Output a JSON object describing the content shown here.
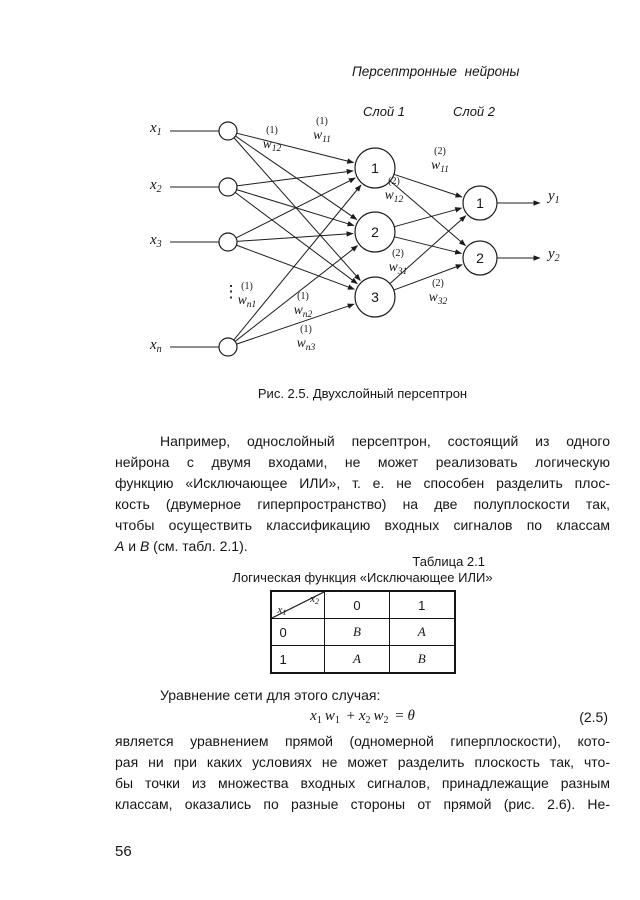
{
  "page": {
    "header": "Персептронные нейроны",
    "page_number": "56"
  },
  "diagram": {
    "layer1_label": "Слой 1",
    "layer2_label": "Слой 2",
    "inputs": [
      {
        "base": "x",
        "sub": "1"
      },
      {
        "base": "x",
        "sub": "2"
      },
      {
        "base": "x",
        "sub": "3"
      },
      {
        "base": "x",
        "sub": "n"
      }
    ],
    "dots": "⋮",
    "neurons_layer1": [
      "1",
      "2",
      "3"
    ],
    "neurons_layer2": [
      "1",
      "2"
    ],
    "outputs": [
      {
        "base": "y",
        "sub": "1"
      },
      {
        "base": "y",
        "sub": "2"
      }
    ],
    "weights": [
      {
        "sup": "(1)",
        "base": "w",
        "sub": "12"
      },
      {
        "sup": "(1)",
        "base": "w",
        "sub": "11"
      },
      {
        "sup": "(2)",
        "base": "w",
        "sub": "12"
      },
      {
        "sup": "(2)",
        "base": "w",
        "sub": "11"
      },
      {
        "sup": "(2)",
        "base": "w",
        "sub": "31"
      },
      {
        "sup": "(1)",
        "base": "w",
        "sub": "n1"
      },
      {
        "sup": "(1)",
        "base": "w",
        "sub": "n2"
      },
      {
        "sup": "(1)",
        "base": "w",
        "sub": "n3"
      },
      {
        "sup": "(2)",
        "base": "w",
        "sub": "32"
      }
    ],
    "caption": "Рис. 2.5. Двухслойный персептрон"
  },
  "paragraph1": {
    "lines": [
      "Например, однослойный персептрон, состоящий из одного",
      "нейрона с двумя входами, не может реализовать логическую",
      "функцию «Исключающее ИЛИ», т. е. не способен разделить плос-",
      "кость (двумерное гиперпространство) на две полуплоскости так,",
      "чтобы осуществить классификацию входных сигналов по классам"
    ],
    "last_line": {
      "em1": "А",
      "mid": " и ",
      "em2": "В",
      "rest": " (см. табл. 2.1)."
    }
  },
  "table": {
    "number": "Таблица 2.1",
    "title": "Логическая функция «Исключающее ИЛИ»",
    "corner": {
      "top": {
        "base": "x",
        "sub": "2"
      },
      "bottom": {
        "base": "x",
        "sub": "1"
      }
    },
    "col_headers": [
      "0",
      "1"
    ],
    "rows": [
      {
        "header": "0",
        "cells": [
          "B",
          "A"
        ]
      },
      {
        "header": "1",
        "cells": [
          "A",
          "B"
        ]
      }
    ]
  },
  "equation": {
    "intro": "Уравнение сети для этого случая:",
    "parts": [
      "x",
      "1",
      "w",
      "1",
      " + ",
      "x",
      "2",
      "w",
      "2",
      " = ",
      "θ"
    ],
    "number": "(2.5)"
  },
  "paragraph2": {
    "lines": [
      "является уравнением прямой (одномерной гиперплоскости), кото-",
      "рая ни при каких условиях не может разделить плоскость так, что-",
      "бы точки из множества входных сигналов, принадлежащие разным",
      "классам, оказались по разные стороны от прямой (рис. 2.6). Не-"
    ]
  }
}
